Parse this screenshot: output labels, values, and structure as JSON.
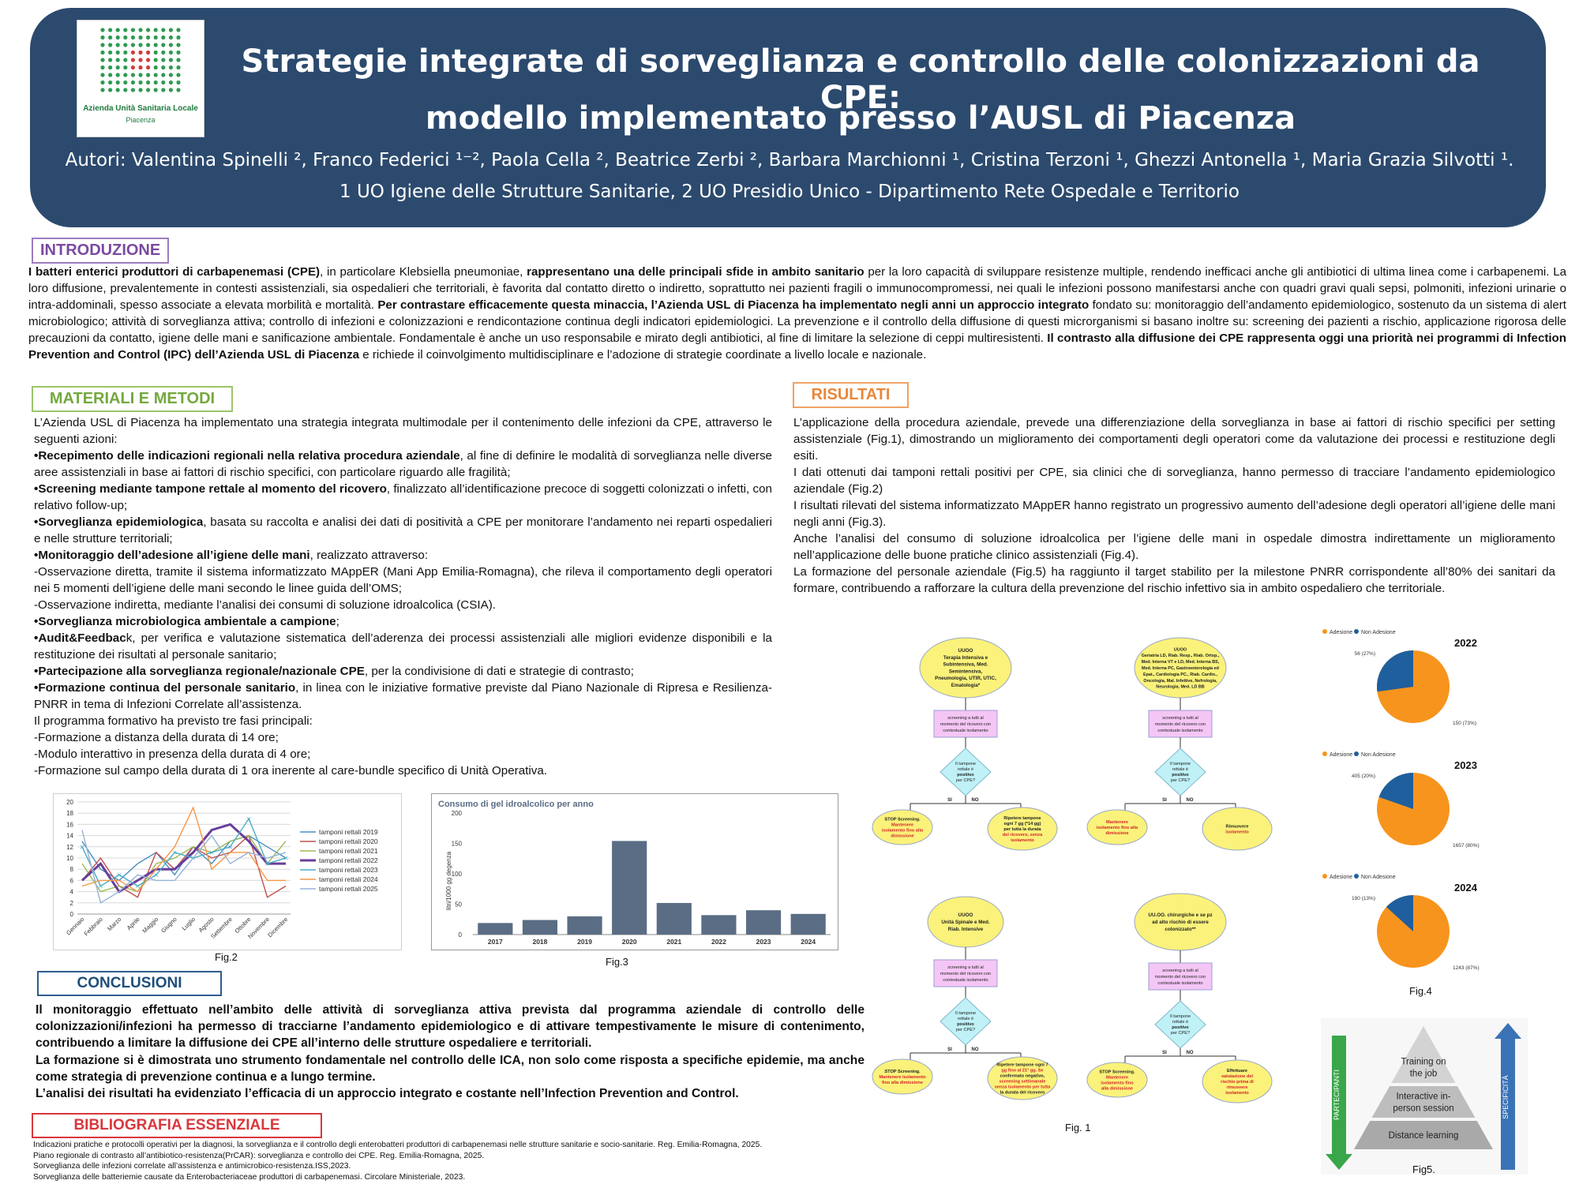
{
  "header": {
    "logo_text_1": "Azienda Unità Sanitaria Locale",
    "logo_text_2": "Piacenza",
    "title_line1": "Strategie integrate di sorveglianza e controllo delle colonizzazioni da CPE:",
    "title_line2": "modello  implementato presso l’AUSL di Piacenza",
    "authors": "Autori: Valentina Spinelli ², Franco Federici ¹⁻², Paola Cella ², Beatrice Zerbi ², Barbara Marchionni ¹, Cristina Terzoni ¹, Ghezzi Antonella ¹, Maria Grazia Silvotti ¹.",
    "affiliations": "1 UO Igiene delle Strutture Sanitarie, 2 UO Presidio Unico - Dipartimento Rete Ospedale e Territorio"
  },
  "intro": {
    "heading": "INTRODUZIONE",
    "s1": "I batteri enterici produttori di carbapenemasi (CPE)",
    "s2": ", in particolare Klebsiella pneumoniae, ",
    "s3": "rappresentano una delle principali sfide in ambito sanitario",
    "s4": " per la loro capacità di sviluppare resistenze multiple, rendendo inefficaci anche gli antibiotici di ultima linea come i carbapenemi. La loro diffusione, prevalentemente in contesti assistenziali, sia ospedalieri che territoriali, è favorita dal contatto diretto o indiretto, soprattutto nei pazienti fragili o immunocompromessi, nei quali le infezioni possono manifestarsi anche con quadri gravi quali sepsi, polmoniti, infezioni urinarie o intra-addominali, spesso associate a elevata morbilità e mortalità. ",
    "s5": "Per contrastare efficacemente questa minaccia, l’Azienda USL di Piacenza ha implementato negli anni un approccio integrato",
    "s6": " fondato su: monitoraggio dell’andamento epidemiologico, sostenuto da un sistema di alert microbiologico; attività di sorveglianza attiva; controllo di infezioni e colonizzazioni e rendicontazione continua degli indicatori epidemiologici. La prevenzione e il controllo della diffusione di questi microrganismi si basano inoltre su: screening dei pazienti a rischio, applicazione rigorosa delle precauzioni da contatto, igiene delle mani e sanificazione ambientale. Fondamentale è anche un uso responsabile e mirato degli antibiotici, al fine di limitare la selezione di ceppi multiresistenti. ",
    "s7": "Il contrasto alla diffusione dei CPE rappresenta oggi una priorità nei programmi di Infection Prevention and Control (IPC) dell’Azienda USL di Piacenza",
    "s8": " e richiede il coinvolgimento multidisciplinare e l’adozione di strategie coordinate a livello locale e nazionale."
  },
  "methods": {
    "heading": "MATERIALI E METODI",
    "p0": "L’Azienda USL di Piacenza ha implementato una strategia integrata multimodale per il contenimento delle infezioni da CPE, attraverso le seguenti azioni:",
    "b1": "•Recepimento delle indicazioni regionali nella relativa procedura aziendale",
    "r1": ", al fine di definire le modalità di sorveglianza nelle diverse aree assistenziali in base ai fattori di rischio specifici, con particolare riguardo alle fragilità;",
    "b2": "•Screening mediante tampone rettale al momento del ricovero",
    "r2": ", finalizzato all’identificazione precoce di soggetti colonizzati o infetti, con relativo follow-up;",
    "b3": "•Sorveglianza epidemiologica",
    "r3": ", basata su raccolta e analisi dei dati di positività a CPE per monitorare l’andamento nei reparti ospedalieri e nelle strutture territoriali;",
    "b4": "•Monitoraggio dell’adesione all’igiene delle mani",
    "r4": ", realizzato attraverso:",
    "l1": "-Osservazione diretta, tramite il sistema informatizzato MAppER (Mani App Emilia-Romagna), che rileva il comportamento degli operatori nei 5 momenti dell’igiene delle mani secondo le linee guida dell’OMS;",
    "l2": "-Osservazione indiretta, mediante l’analisi dei consumi di soluzione idroalcolica (CSIA).",
    "b5": "•Sorveglianza microbiologica ambientale a campione",
    "r5": ";",
    "b6": "•Audit&Feedbac",
    "r6": "k, per verifica e valutazione sistematica dell’aderenza dei processi assistenziali alle migliori evidenze disponibili e la restituzione dei risultati al personale sanitario;",
    "b7": "•Partecipazione alla sorveglianza regionale/nazionale CPE",
    "r7": ", per la condivisione di dati e strategie di contrasto;",
    "b8": "•Formazione continua del personale sanitario",
    "r8": ", in linea con le iniziative formative previste dal Piano Nazionale di Ripresa e Resilienza-PNRR in tema di Infezioni Correlate all’assistenza.",
    "l3": "Il programma formativo ha previsto tre fasi principali:",
    "l4": "-Formazione a distanza della durata di 14 ore;",
    "l5": "-Modulo interattivo in presenza della durata di 4 ore;",
    "l6": "-Formazione sul campo della durata di 1 ora inerente al care-bundle specifico di Unità Operativa."
  },
  "results": {
    "heading": "RISULTATI",
    "p1": "L’applicazione della procedura aziendale, prevede una differenziazione della sorveglianza in base ai fattori di rischio specifici per setting assistenziale (Fig.1), dimostrando un miglioramento dei comportamenti degli operatori come da valutazione dei processi e restituzione degli esiti.",
    "p2": "I dati ottenuti dai tamponi rettali positivi per CPE, sia clinici che di sorveglianza, hanno permesso di tracciare l’andamento epidemiologico aziendale (Fig.2)",
    "p3": "I risultati rilevati del sistema informatizzato MAppER hanno registrato un progressivo aumento dell’adesione degli operatori all’igiene delle mani negli anni (Fig.3).",
    "p4": "Anche l’analisi del consumo di soluzione idroalcolica per l’igiene delle mani in ospedale dimostra indirettamente un miglioramento nell’applicazione delle buone pratiche clinico assistenziali (Fig.4).",
    "p5": "La formazione del personale aziendale (Fig.5) ha raggiunto il target stabilito per la milestone PNRR corrispondente all’80% dei sanitari da formare, contribuendo a rafforzare la cultura della prevenzione del rischio infettivo sia in ambito ospedaliero che territoriale."
  },
  "conclusions": {
    "heading": "CONCLUSIONI",
    "p1": "Il monitoraggio effettuato nell’ambito delle attività di sorveglianza attiva prevista dal programma aziendale di controllo delle colonizzazioni/infezioni ha permesso di tracciarne l’andamento epidemiologico e di attivare tempestivamente le misure di contenimento, contribuendo a limitare la diffusione dei CPE all’interno delle strutture ospedaliere e territoriali.",
    "p2": "La formazione si è dimostrata uno strumento fondamentale nel controllo delle ICA, non solo come risposta a specifiche epidemie, ma anche come strategia di prevenzione continua e a lungo termine.",
    "p3": "L’analisi dei risultati ha evidenziato l’efficacia di un approccio integrato e costante nell’Infection Prevention and Control."
  },
  "bibliography": {
    "heading": "BIBLIOGRAFIA ESSENZIALE",
    "r1": "Indicazioni pratiche e protocolli operativi per la diagnosi, la sorveglianza e il controllo degli enterobatteri produttori di carbapenemasi nelle strutture sanitarie e socio-sanitarie. Reg. Emilia-Romagna, 2025.",
    "r2": "Piano regionale di contrasto all’antibiotico-resistenza(PrCAR): sorveglianza e controllo dei CPE. Reg. Emilia-Romagna, 2025.",
    "r3": "Sorveglianza delle infezioni correlate all’assistenza e antimicrobico-resistenza.ISS,2023.",
    "r4": "Sorveglianza delle batteriemie causate da Enterobacteriaceae produttori di carbapenemasi. Circolare Ministeriale, 2023."
  },
  "figures": {
    "fig1": "Fig. 1",
    "fig2": "Fig.2",
    "fig3": "Fig.3",
    "fig4": "Fig.4",
    "fig5": "Fig5."
  },
  "flowchart": {
    "yes": "SI",
    "no": "NO",
    "screen": [
      "screening a tutti al",
      "momento del ricovero con",
      "contestuale isolamento"
    ],
    "diamond": [
      "Il tampone",
      "rettale è",
      "positivo",
      "per CPE?"
    ],
    "panels": [
      {
        "oval": [
          "UUOO",
          "Terapia Intensiva e",
          "Subintensiva, Med.",
          "Semintensiva,",
          "Pneumologia, UTIR, UTIC,",
          "Ematologia*"
        ],
        "left": [
          "STOP Screening.",
          "Mantenere",
          "isolamento fino alla",
          "dimissione"
        ],
        "right": [
          "Ripetere tampone",
          "ogni 7 gg (*14 gg)",
          "per tutta la durata",
          "del ricovero, senza",
          "isolamento"
        ]
      },
      {
        "oval": [
          "UUOO",
          "Geriatria LD, Riab. Resp., Riab. Ortop.,",
          "Med. Interna VT e LD, Med. Interna BS,",
          "Med. Interna PC, Gastroenterologia ed",
          "Epat., Cardiologia PC., Riab. Cardio.,",
          "Oncologia, Mal. Infettive, Nefrologia,",
          "Neurologia, Med. LD BB"
        ],
        "left": [
          "Mantenere",
          "isolamento fino alla",
          "dimissione"
        ],
        "right": [
          "Rimuovere",
          "isolamento"
        ]
      },
      {
        "oval": [
          "UUOO",
          "Unità Spinale e Med.",
          "Riab. Intensive"
        ],
        "left": [
          "STOP Screening.",
          "Mantenere isolamento",
          "fino alla dimissione"
        ],
        "right": [
          "Ripetere tampone ogni 7",
          "gg fino al 21° gg. Se",
          "confermato negativo,",
          "screening settimanale",
          "senza isolamento per tutta",
          "la durata del ricovero"
        ]
      },
      {
        "oval": [
          "UU.OO. chirurgiche e se pz",
          "ad alto rischio di essere",
          "colonizzato**"
        ],
        "left": [
          "STOP Screening.",
          "Mantenere",
          "isolamento fino",
          "alla dimissione"
        ],
        "right": [
          "Effettuare",
          "valutazione del",
          "rischio prima di",
          "rimuovere",
          "isolamento"
        ]
      }
    ]
  },
  "chart_data": [
    {
      "type": "line",
      "title": "",
      "categories": [
        "Gennaio",
        "Febbraio",
        "Marzo",
        "Aprile",
        "Maggio",
        "Giugno",
        "Luglio",
        "Agosto",
        "Settembre",
        "Ottobre",
        "Novembre",
        "Dicembre"
      ],
      "ylim": [
        0,
        20
      ],
      "yticks": [
        "0",
        "2",
        "4",
        "6",
        "8",
        "10",
        "12",
        "14",
        "16",
        "18",
        "20"
      ],
      "grid": true,
      "legend": "right",
      "series": [
        {
          "name": "tamponi rettali 2019",
          "color": "#4a90c2",
          "values": [
            13,
            8,
            6,
            9,
            11,
            7,
            12,
            9,
            13,
            14,
            12,
            10
          ]
        },
        {
          "name": "tamponi rettali 2020",
          "color": "#c0504d",
          "values": [
            6,
            10,
            5,
            3,
            11,
            8,
            12,
            10,
            11,
            14,
            3,
            5
          ]
        },
        {
          "name": "tamponi rettali 2021",
          "color": "#9bbb59",
          "values": [
            9,
            4,
            5,
            4,
            9,
            10,
            12,
            11,
            13,
            14,
            9,
            13
          ]
        },
        {
          "name": "tamponi rettali 2022",
          "color": "#6a3d9a",
          "values": [
            6,
            9,
            4,
            6,
            8,
            8,
            11,
            15,
            16,
            13,
            9,
            9
          ]
        },
        {
          "name": "tamponi rettali 2023",
          "color": "#4bacc6",
          "values": [
            12,
            5,
            7,
            5,
            7,
            11,
            10,
            11,
            12,
            17,
            9,
            10
          ]
        },
        {
          "name": "tamponi rettali 2024",
          "color": "#f79646",
          "values": [
            5,
            6,
            6,
            4,
            8,
            12,
            19,
            8,
            11,
            11,
            6,
            6
          ]
        },
        {
          "name": "tamponi rettali 2025",
          "color": "#95b3d7",
          "values": [
            15,
            2,
            4,
            7,
            6,
            6,
            10,
            14,
            9,
            11,
            10,
            11
          ]
        }
      ]
    },
    {
      "type": "bar",
      "title": "Consumo di gel idroalcolico per anno",
      "ylabel": "litri/1000 gg degenza",
      "categories": [
        "2017",
        "2018",
        "2019",
        "2020",
        "2021",
        "2022",
        "2023",
        "2024"
      ],
      "values": [
        19,
        24,
        30,
        154,
        52,
        32,
        40,
        34
      ],
      "ylim": [
        0,
        200
      ],
      "yticks": [
        "0",
        "50",
        "100",
        "150",
        "200"
      ],
      "color": "#5a6d84"
    },
    {
      "type": "pie",
      "title": "2022",
      "legend": [
        "Adesione",
        "Non Adesione"
      ],
      "colors": [
        "#f7941d",
        "#1f5f9e"
      ],
      "values": [
        150,
        56
      ],
      "labels": [
        "150 (73%)",
        "56 (27%)"
      ]
    },
    {
      "type": "pie",
      "title": "2023",
      "legend": [
        "Adesione",
        "Non Adesione"
      ],
      "colors": [
        "#f7941d",
        "#1f5f9e"
      ],
      "values": [
        1657,
        405
      ],
      "labels": [
        "1657 (80%)",
        "405 (20%)"
      ]
    },
    {
      "type": "pie",
      "title": "2024",
      "legend": [
        "Adesione",
        "Non Adesione"
      ],
      "colors": [
        "#f7941d",
        "#1f5f9e"
      ],
      "values": [
        1243,
        190
      ],
      "labels": [
        "1243 (87%)",
        "190 (13%)"
      ]
    },
    {
      "type": "pyramid",
      "levels": [
        [
          "Training on",
          "the job"
        ],
        [
          "Interactive in-",
          "person session"
        ],
        [
          "Distance learning"
        ]
      ],
      "left_arrow": "PARTECIPANTI",
      "right_arrow": "SPECIFICITÀ",
      "left_color": "#3aa64a",
      "right_color": "#3a73b5"
    }
  ]
}
